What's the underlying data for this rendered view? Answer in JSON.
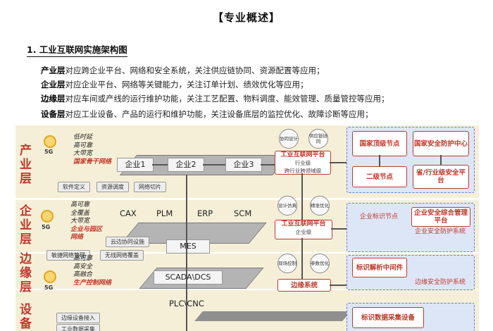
{
  "title": "【专业概述】",
  "section_title": "1. 工业互联网实施架构图",
  "descriptions": [
    {
      "lead": "产业层",
      "text": "对应跨企业平台、网络和安全系统，关注供应链协同、资源配置等应用；"
    },
    {
      "lead": "企业层",
      "text": "对应企业平台、网络等关键能力，关注订单计划、绩效优化等应用；"
    },
    {
      "lead": "边缘层",
      "text": "对应车间或产线的运行维护功能，关注工艺配置、物料调度、能效管理、质量管控等应用；"
    },
    {
      "lead": "设备层",
      "text": "对应工业设备、产品的运行和维护功能，关注设备底层的监控优化、故障诊断等应用；"
    }
  ],
  "diagram": {
    "layers": {
      "industry": "产业层",
      "enterprise": "企业层",
      "edge": "边缘层",
      "device": "设备"
    },
    "net_label": "5G",
    "industry": {
      "features": [
        "低时延",
        "高可靠",
        "大带宽"
      ],
      "feature_red": "国家骨干网络",
      "enterprises": [
        "企业1",
        "企业2",
        "企业3"
      ],
      "tags": [
        "软件定义",
        "资源调度",
        "网络切片"
      ],
      "circles": [
        "协同设计",
        "供应链协同"
      ],
      "platform": "工业互联网平台",
      "platform_sub": [
        "行业级",
        "跨行业跨领域级"
      ],
      "red_top": [
        "国家顶级节点",
        "国家安全防护中心"
      ],
      "red_mid": [
        "二级节点",
        "省/行业级安全平台"
      ]
    },
    "enterprise": {
      "features": [
        "高可靠",
        "全覆盖",
        "大带宽"
      ],
      "feature_red": [
        "企业与园区",
        "网络"
      ],
      "apps": [
        "CAX",
        "PLM",
        "ERP",
        "SCM"
      ],
      "tags": [
        "云边协同设施",
        "敏捷网络管理",
        "无线网络覆盖"
      ],
      "mes": "MES",
      "circles": [
        "设计仿真",
        "精准优化"
      ],
      "platform": "工业互联网平台",
      "platform_sub": "企业级",
      "red": [
        "企业标识节点",
        "企业安全综合管理平台",
        "企业安全防护系统"
      ]
    },
    "edge": {
      "features": [
        "高可靠",
        "高安全",
        "高融合"
      ],
      "feature_red": "生产控制网络",
      "scada": "SCADA\\DCS",
      "circles": [
        "现场控制",
        "参数优化"
      ],
      "system": "边缘系统",
      "red": [
        "标识解析中间件",
        "边缘安全防护系统"
      ]
    },
    "device": {
      "tags": [
        "边缘设备接入",
        "工业数据采集"
      ],
      "plc": "PLC\\CNC",
      "red": "标识数据采集设备"
    }
  }
}
